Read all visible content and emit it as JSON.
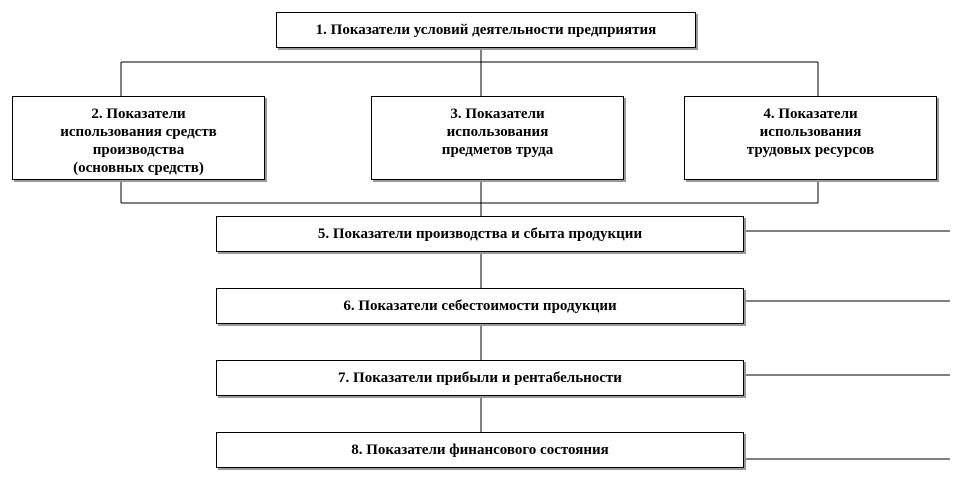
{
  "diagram": {
    "nodes": [
      {
        "id": "1",
        "label": "1. Показатели условий деятельности предприятия"
      },
      {
        "id": "2",
        "label": "2. Показатели\nиспользования средств\nпроизводства\n(основных средств)"
      },
      {
        "id": "3",
        "label": "3. Показатели\nиспользования\nпредметов труда"
      },
      {
        "id": "4",
        "label": "4. Показатели\nиспользования\nтрудовых ресурсов"
      },
      {
        "id": "5",
        "label": "5. Показатели производства и сбыта продукции"
      },
      {
        "id": "6",
        "label": "6. Показатели себестоимости продукции"
      },
      {
        "id": "7",
        "label": "7. Показатели прибыли и рентабельности"
      },
      {
        "id": "8",
        "label": "8. Показатели финансового состояния"
      }
    ],
    "edges": [
      {
        "from": "1",
        "to": "2"
      },
      {
        "from": "1",
        "to": "3"
      },
      {
        "from": "1",
        "to": "4"
      },
      {
        "from": "2",
        "to": "5"
      },
      {
        "from": "3",
        "to": "5"
      },
      {
        "from": "4",
        "to": "5"
      },
      {
        "from": "5",
        "to": "6"
      },
      {
        "from": "6",
        "to": "7"
      },
      {
        "from": "7",
        "to": "8"
      }
    ],
    "colors": {
      "line": "#000000",
      "box_border": "#000000",
      "shadow": "#9a9a9a",
      "background": "#ffffff"
    }
  }
}
